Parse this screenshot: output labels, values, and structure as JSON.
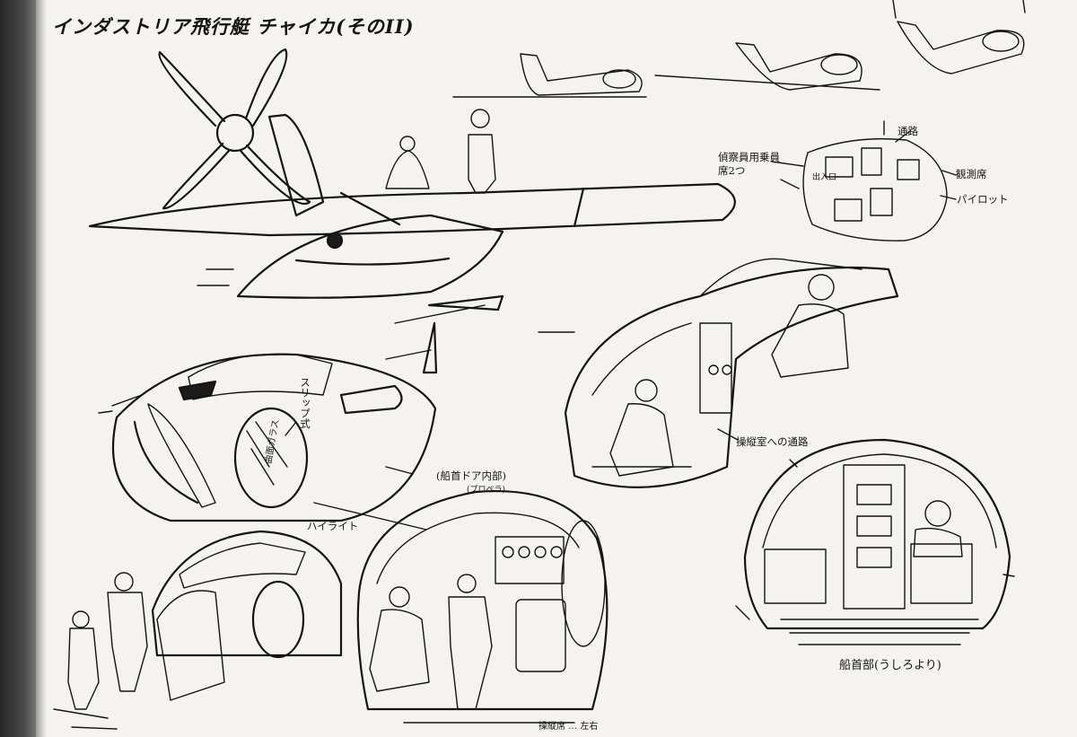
{
  "title": "インダストリア飛行艇 チャイカ(そのII)",
  "annotations": {
    "corridor": "通路",
    "lookout": "観測席",
    "crew_seat": "偵察員用乗員\n席2つ",
    "entrance": "出入口",
    "pilot": "パイロット",
    "sliding_cover": "スリップ式",
    "curved_acrylic": "曲面ガラス",
    "highlight": "ハイライト",
    "passage_to_pilot": "操縦室への通路",
    "cabin_interior_caption": "(船首ドア内部)",
    "cabin_interior_sub": "(プロペラ)",
    "cargo_caption": "船首部(うしろより)",
    "bottom_note": "操縦席 … 左右"
  },
  "colors": {
    "ink": "#141414",
    "paper": "#f4f3ef",
    "binding": "#3a3a3a"
  }
}
